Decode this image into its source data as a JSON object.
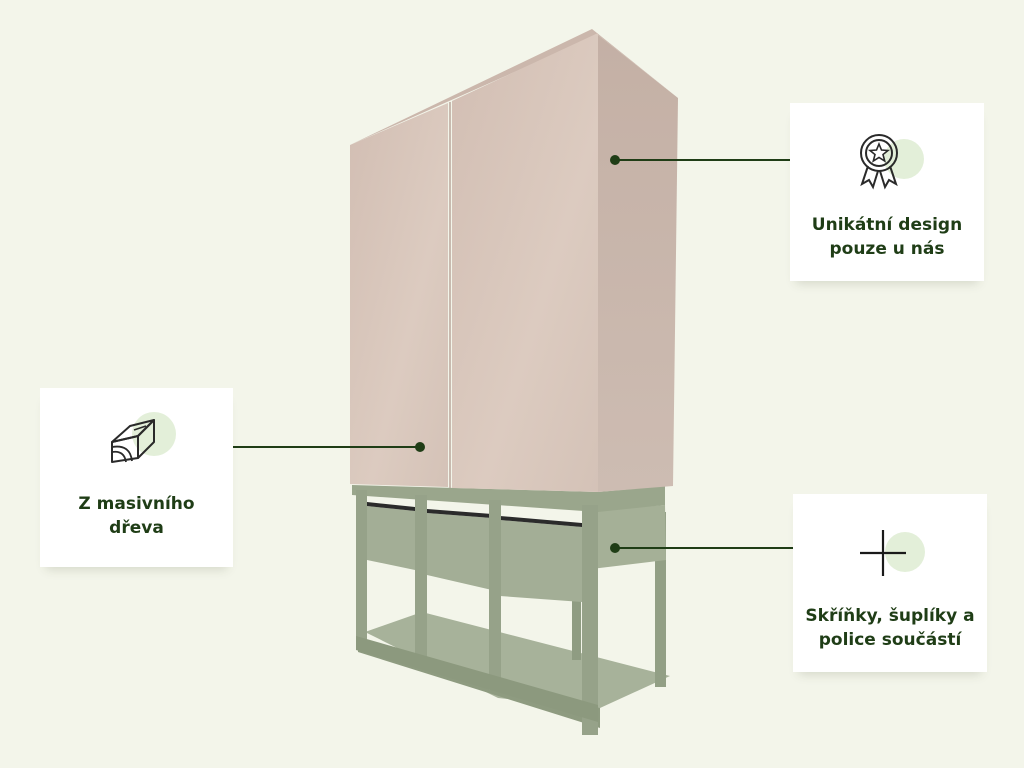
{
  "features": [
    {
      "id": "design",
      "icon": "award-ribbon-icon",
      "lines": [
        "Unikátní design",
        "pouze u nás"
      ]
    },
    {
      "id": "wood",
      "icon": "wood-log-icon",
      "lines": [
        "Z masivního",
        "dřeva"
      ]
    },
    {
      "id": "storage",
      "icon": "plus-icon",
      "lines": [
        "Skříňky, šuplíky a",
        "police součástí"
      ]
    }
  ],
  "colors": {
    "background": "#f3f5ea",
    "card": "#ffffff",
    "accent_dark_green": "#1f3d16",
    "icon_circle": "#e3efd9",
    "cabinet_pink": "#d6c3b8",
    "base_sage": "#9aa68c"
  }
}
